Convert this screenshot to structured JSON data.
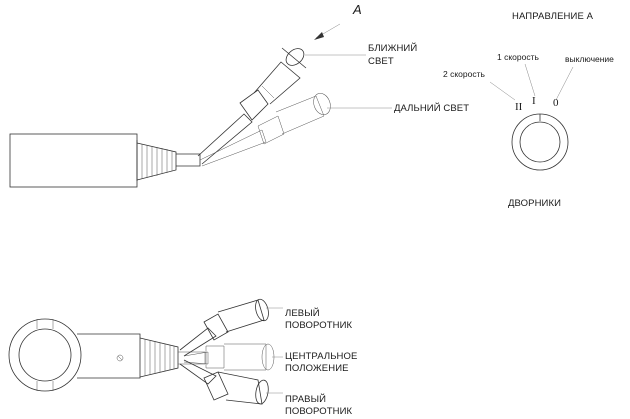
{
  "top_view": {
    "arrow_label": "A",
    "low_beam": [
      "БЛИЖНИЙ",
      "СВЕТ"
    ],
    "high_beam": "ДАЛЬНИЙ СВЕТ"
  },
  "direction_view": {
    "title": "НАПРАВЛЕНИЕ А",
    "speed1": "1 скорость",
    "speed2": "2 скорость",
    "off": "выключение",
    "mark_II": "II",
    "mark_I": "I",
    "mark_0": "0",
    "caption": "ДВОРНИКИ"
  },
  "bottom_view": {
    "left_turn": [
      "ЛЕВЫЙ",
      "ПОВОРОТНИК"
    ],
    "center": [
      "ЦЕНТРАЛЬНОЕ",
      "ПОЛОЖЕНИЕ"
    ],
    "right_turn": [
      "ПРАВЫЙ",
      "ПОВОРОТНИК"
    ]
  }
}
